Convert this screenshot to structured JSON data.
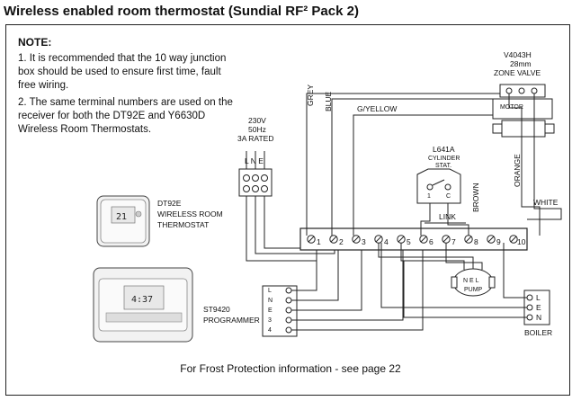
{
  "title": "Wireless enabled room thermostat (Sundial RF² Pack 2)",
  "note": {
    "heading": "NOTE:",
    "items": [
      "1. It is recommended that the 10 way junction box should be used to ensure first time, fault free wiring.",
      "2. The same terminal numbers are used on the receiver for both the DT92E and Y6630D Wireless Room Thermostats."
    ]
  },
  "supply": {
    "line1": "230V",
    "line2": "50Hz",
    "line3": "3A RATED",
    "terminals": "L N E"
  },
  "valve": {
    "line1": "V4043H",
    "line2": "28mm",
    "line3": "ZONE VALVE",
    "motor": "MOTOR"
  },
  "cylinder_stat": {
    "line1": "L641A",
    "line2": "CYLINDER",
    "line3": "STAT.",
    "terminal1": "1",
    "terminal2": "C"
  },
  "wire_labels": {
    "grey": "GREY",
    "blue": "BLUE",
    "gyellow": "G/YELLOW",
    "brown": "BROWN",
    "orange": "ORANGE",
    "white": "WHITE",
    "link": "LINK"
  },
  "junction_box": {
    "terminals": [
      "1",
      "2",
      "3",
      "4",
      "5",
      "6",
      "7",
      "8",
      "9",
      "10"
    ]
  },
  "thermostat": {
    "line1": "DT92E",
    "line2": "WIRELESS ROOM",
    "line3": "THERMOSTAT",
    "display": "21"
  },
  "programmer": {
    "line1": "ST9420",
    "line2": "PROGRAMMER",
    "terminals": [
      "L",
      "N",
      "E",
      "3",
      "4"
    ],
    "display": "4:37"
  },
  "pump": {
    "terminals": "N E L",
    "label": "PUMP"
  },
  "boiler": {
    "terminals": [
      "L",
      "E",
      "N"
    ],
    "label": "BOILER"
  },
  "footer": "For Frost Protection information - see page 22"
}
